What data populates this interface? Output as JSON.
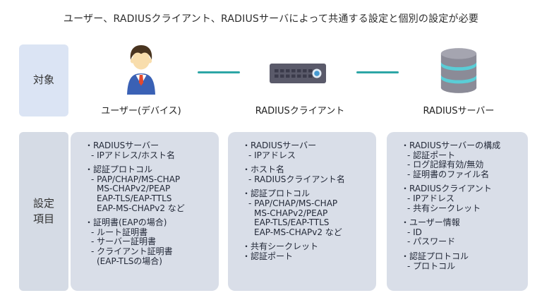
{
  "title": "ユーザー、RADIUSクライアント、RADIUSサーバによって共通する設定と個別の設定が必要",
  "colors": {
    "accent_teal": "#2da6a6",
    "target_label_bg": "#dbe4f4",
    "settings_label_bg": "#d5dbe5",
    "settings_box_bg": "#d9dee8",
    "switch_body": "#5a5a6a",
    "database_gray": "#8b8b97",
    "database_teal": "#5acdd6",
    "suit_blue": "#3a61b5",
    "tie_red": "#e2492e"
  },
  "rows": {
    "target_label": "対象",
    "settings_label": "設定\n項目"
  },
  "entities": [
    {
      "icon": "user-icon",
      "label": "ユーザー(デバイス)"
    },
    {
      "icon": "network-switch-icon",
      "label": "RADIUSクライアント"
    },
    {
      "icon": "database-icon",
      "label": "RADIUSサーバー"
    }
  ],
  "settings_boxes": [
    {
      "entity": "ユーザー(デバイス)",
      "lines": [
        {
          "text": "・RADIUSサーバー",
          "level": "l1"
        },
        {
          "text": "- IPアドレス/ホスト名",
          "level": "l2"
        },
        {
          "text": "・認証プロトコル",
          "level": "l1",
          "gap": true
        },
        {
          "text": "- PAP/CHAP/MS-CHAP",
          "level": "l2"
        },
        {
          "text": "MS-CHAPv2/PEAP",
          "level": "l3"
        },
        {
          "text": "EAP-TLS/EAP-TTLS",
          "level": "l3"
        },
        {
          "text": "EAP-MS-CHAPv2 など",
          "level": "l3"
        },
        {
          "text": "・証明書(EAPの場合)",
          "level": "l1",
          "gap": true
        },
        {
          "text": "- ルート証明書",
          "level": "l2"
        },
        {
          "text": "- サーバー証明書",
          "level": "l2"
        },
        {
          "text": "- クライアント証明書",
          "level": "l2"
        },
        {
          "text": "(EAP-TLSの場合)",
          "level": "l3"
        }
      ]
    },
    {
      "entity": "RADIUSクライアント",
      "lines": [
        {
          "text": "・RADIUSサーバー",
          "level": "l1"
        },
        {
          "text": "- IPアドレス",
          "level": "l2"
        },
        {
          "text": "・ホスト名",
          "level": "l1",
          "gap": true
        },
        {
          "text": "- RADIUSクライアント名",
          "level": "l2"
        },
        {
          "text": "・認証プロトコル",
          "level": "l1",
          "gap": true
        },
        {
          "text": "- PAP/CHAP/MS-CHAP",
          "level": "l2"
        },
        {
          "text": "MS-CHAPv2/PEAP",
          "level": "l3"
        },
        {
          "text": "EAP-TLS/EAP-TTLS",
          "level": "l3"
        },
        {
          "text": "EAP-MS-CHAPv2 など",
          "level": "l3"
        },
        {
          "text": "・共有シークレット",
          "level": "l1",
          "gap": true
        },
        {
          "text": "・認証ポート",
          "level": "l1"
        }
      ]
    },
    {
      "entity": "RADIUSサーバー",
      "lines": [
        {
          "text": "・RADIUSサーバーの構成",
          "level": "l1"
        },
        {
          "text": "- 認証ポート",
          "level": "l2"
        },
        {
          "text": "- ログ記録有効/無効",
          "level": "l2"
        },
        {
          "text": "- 証明書のファイル名",
          "level": "l2"
        },
        {
          "text": "・RADIUSクライアント",
          "level": "l1",
          "gap": true
        },
        {
          "text": "- IPアドレス",
          "level": "l2"
        },
        {
          "text": "- 共有シークレット",
          "level": "l2"
        },
        {
          "text": "・ユーザー情報",
          "level": "l1",
          "gap": true
        },
        {
          "text": "- ID",
          "level": "l2"
        },
        {
          "text": "- パスワード",
          "level": "l2"
        },
        {
          "text": "・認証プロトコル",
          "level": "l1",
          "gap": true
        },
        {
          "text": "- プロトコル",
          "level": "l2"
        }
      ]
    }
  ]
}
